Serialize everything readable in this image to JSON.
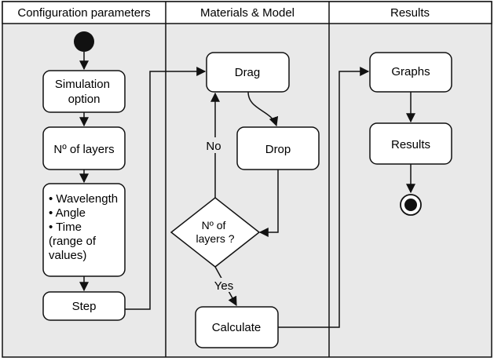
{
  "lanes": {
    "config_title": "Configuration parameters",
    "materials_title": "Materials & Model",
    "results_title": "Results"
  },
  "nodes": {
    "simulation_option": [
      "Simulation",
      "option"
    ],
    "num_layers": "Nº of layers",
    "params": [
      "• Wavelength",
      "• Angle",
      "• Time",
      "(range of",
      "values)"
    ],
    "step": "Step",
    "drag": "Drag",
    "drop": "Drop",
    "decision": [
      "Nº of",
      "layers ?"
    ],
    "calculate": "Calculate",
    "graphs": "Graphs",
    "results": "Results"
  },
  "edges": {
    "no_label": "No",
    "yes_label": "Yes"
  },
  "colors": {
    "lane_fill": "#e9e9e9",
    "node_fill": "#ffffff",
    "stroke": "#111111"
  }
}
